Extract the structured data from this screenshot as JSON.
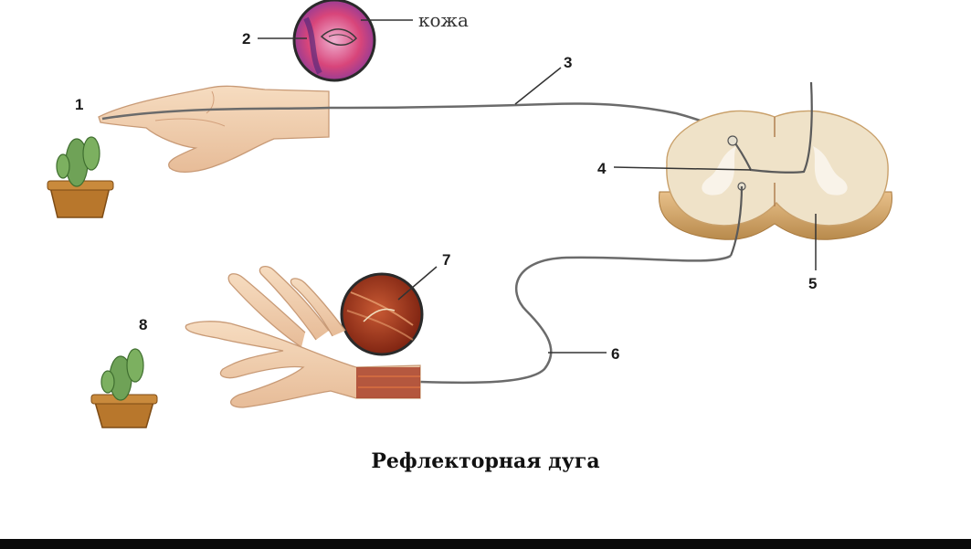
{
  "caption": "Рефлекторная дуга",
  "skin_label": "кожа",
  "labels": {
    "n1": "1",
    "n2": "2",
    "n3": "3",
    "n4": "4",
    "n5": "5",
    "n6": "6",
    "n7": "7",
    "n8": "8"
  },
  "colors": {
    "skin": "#f2d4b4",
    "skin_shade": "#d9a985",
    "nerve": "#6b6b6b",
    "cactus": "#6fa257",
    "pot": "#b8772c",
    "cord_outer": "#efe2c8",
    "cord_edge": "#c9a06a",
    "muscle": "#a2321c",
    "skin_magnify": "#d8457a"
  }
}
